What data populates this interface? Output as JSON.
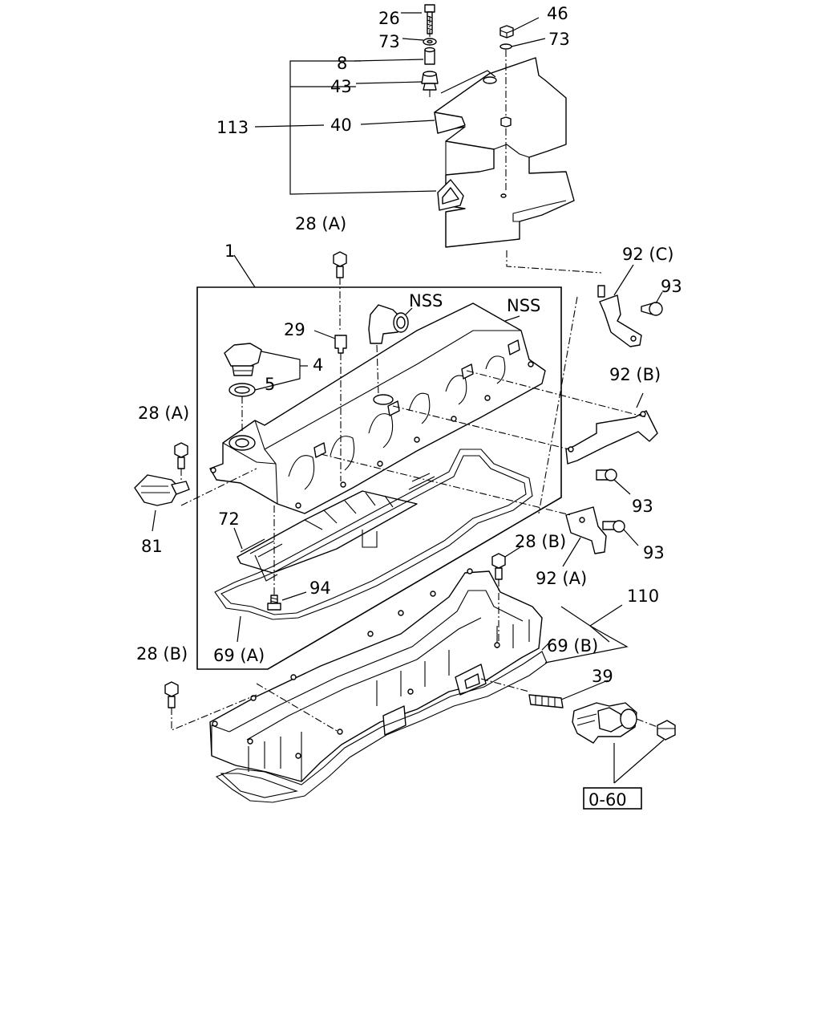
{
  "labels": {
    "p26": "26",
    "p73a": "73",
    "p46": "46",
    "p73b": "73",
    "p8": "8",
    "p43": "43",
    "p40": "40",
    "p113": "113",
    "p28A_top": "28 (A)",
    "p1": "1",
    "p92C": "92 (C)",
    "p93_top": "93",
    "pNSS_a": "NSS",
    "pNSS_b": "NSS",
    "p29": "29",
    "p4": "4",
    "p5": "5",
    "p28A_left": "28 (A)",
    "p92B": "92 (B)",
    "p81": "81",
    "p72": "72",
    "p93_mid": "93",
    "p28B_mid": "28 (B)",
    "p93_low": "93",
    "p92A": "92 (A)",
    "p94": "94",
    "p110": "110",
    "p69B": "69 (B)",
    "p28B_left": "28 (B)",
    "p69A": "69 (A)",
    "p39": "39",
    "ref_box": "0-60"
  }
}
